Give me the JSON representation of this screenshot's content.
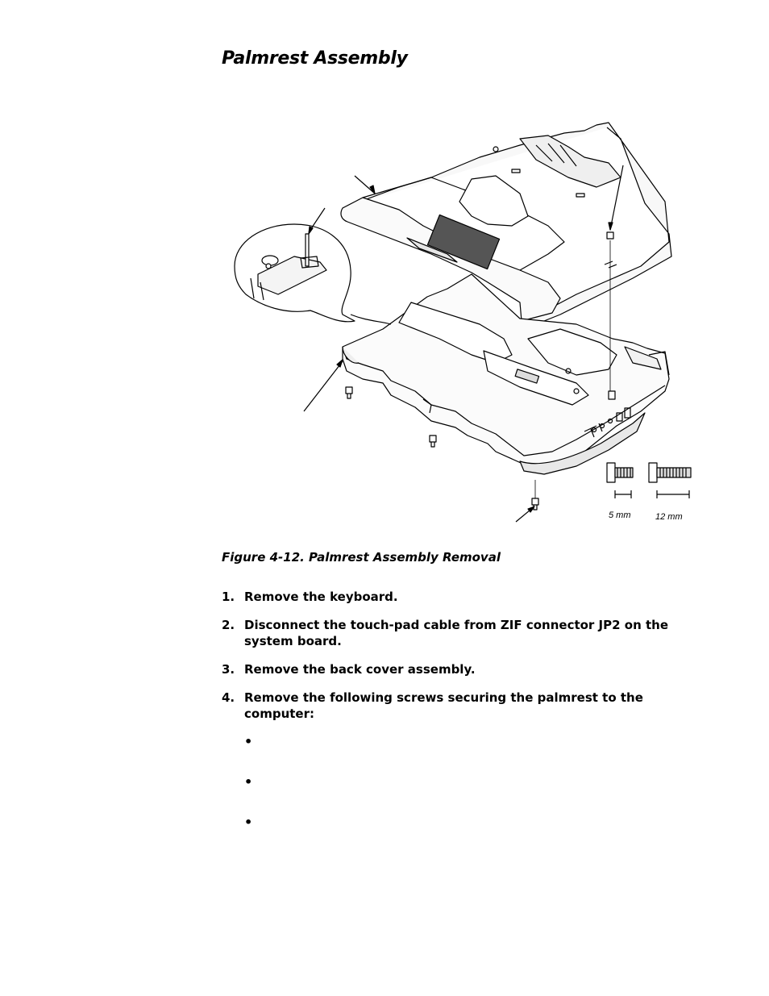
{
  "page": {
    "title": "Palmrest Assembly"
  },
  "figure": {
    "caption": "Figure 4-12.  Palmrest Assembly Removal",
    "screw_short_label": "5 mm",
    "screw_long_label": "12 mm",
    "icons": [
      "palmrest-part",
      "base-assembly",
      "touch-pad",
      "screw",
      "callout-magnifier",
      "leader-arrow"
    ]
  },
  "steps": [
    {
      "number": "1.",
      "text": "Remove the keyboard."
    },
    {
      "number": "2.",
      "text": "Disconnect the touch-pad cable from ZIF connector JP2 on the system board."
    },
    {
      "number": "3.",
      "text": "Remove the back cover assembly."
    },
    {
      "number": "4.",
      "text": "Remove the following screws securing the palmrest to the computer:"
    }
  ],
  "bullets": [
    {
      "marker": "•"
    },
    {
      "marker": "•"
    },
    {
      "marker": "•"
    }
  ]
}
